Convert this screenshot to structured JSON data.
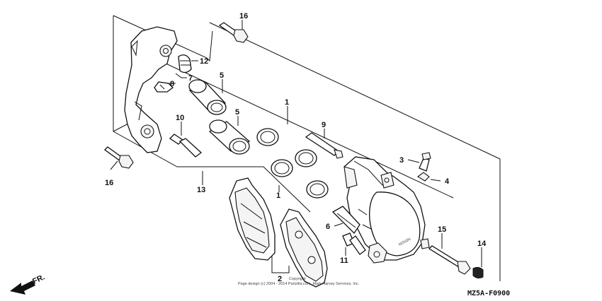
{
  "diagram": {
    "callouts": [
      {
        "id": "c16a",
        "label": "16"
      },
      {
        "id": "c12",
        "label": "12"
      },
      {
        "id": "c7",
        "label": "7"
      },
      {
        "id": "c8",
        "label": "8"
      },
      {
        "id": "c5a",
        "label": "5"
      },
      {
        "id": "c5b",
        "label": "5"
      },
      {
        "id": "c1a",
        "label": "1"
      },
      {
        "id": "c9",
        "label": "9"
      },
      {
        "id": "c10",
        "label": "10"
      },
      {
        "id": "c3",
        "label": "3"
      },
      {
        "id": "c4",
        "label": "4"
      },
      {
        "id": "c16b",
        "label": "16"
      },
      {
        "id": "c13",
        "label": "13"
      },
      {
        "id": "c1b",
        "label": "1"
      },
      {
        "id": "c6",
        "label": "6"
      },
      {
        "id": "c15",
        "label": "15"
      },
      {
        "id": "c14",
        "label": "14"
      },
      {
        "id": "c11",
        "label": "11"
      },
      {
        "id": "c2",
        "label": "2"
      }
    ],
    "direction_label": "FR.",
    "figure_code": "MZ5A-F0900",
    "copyright_line1": "Copyright",
    "copyright_line2": "Page design (c) 2004 - 2014 Partzilla.com, Mark Harvey Services, Inc."
  }
}
